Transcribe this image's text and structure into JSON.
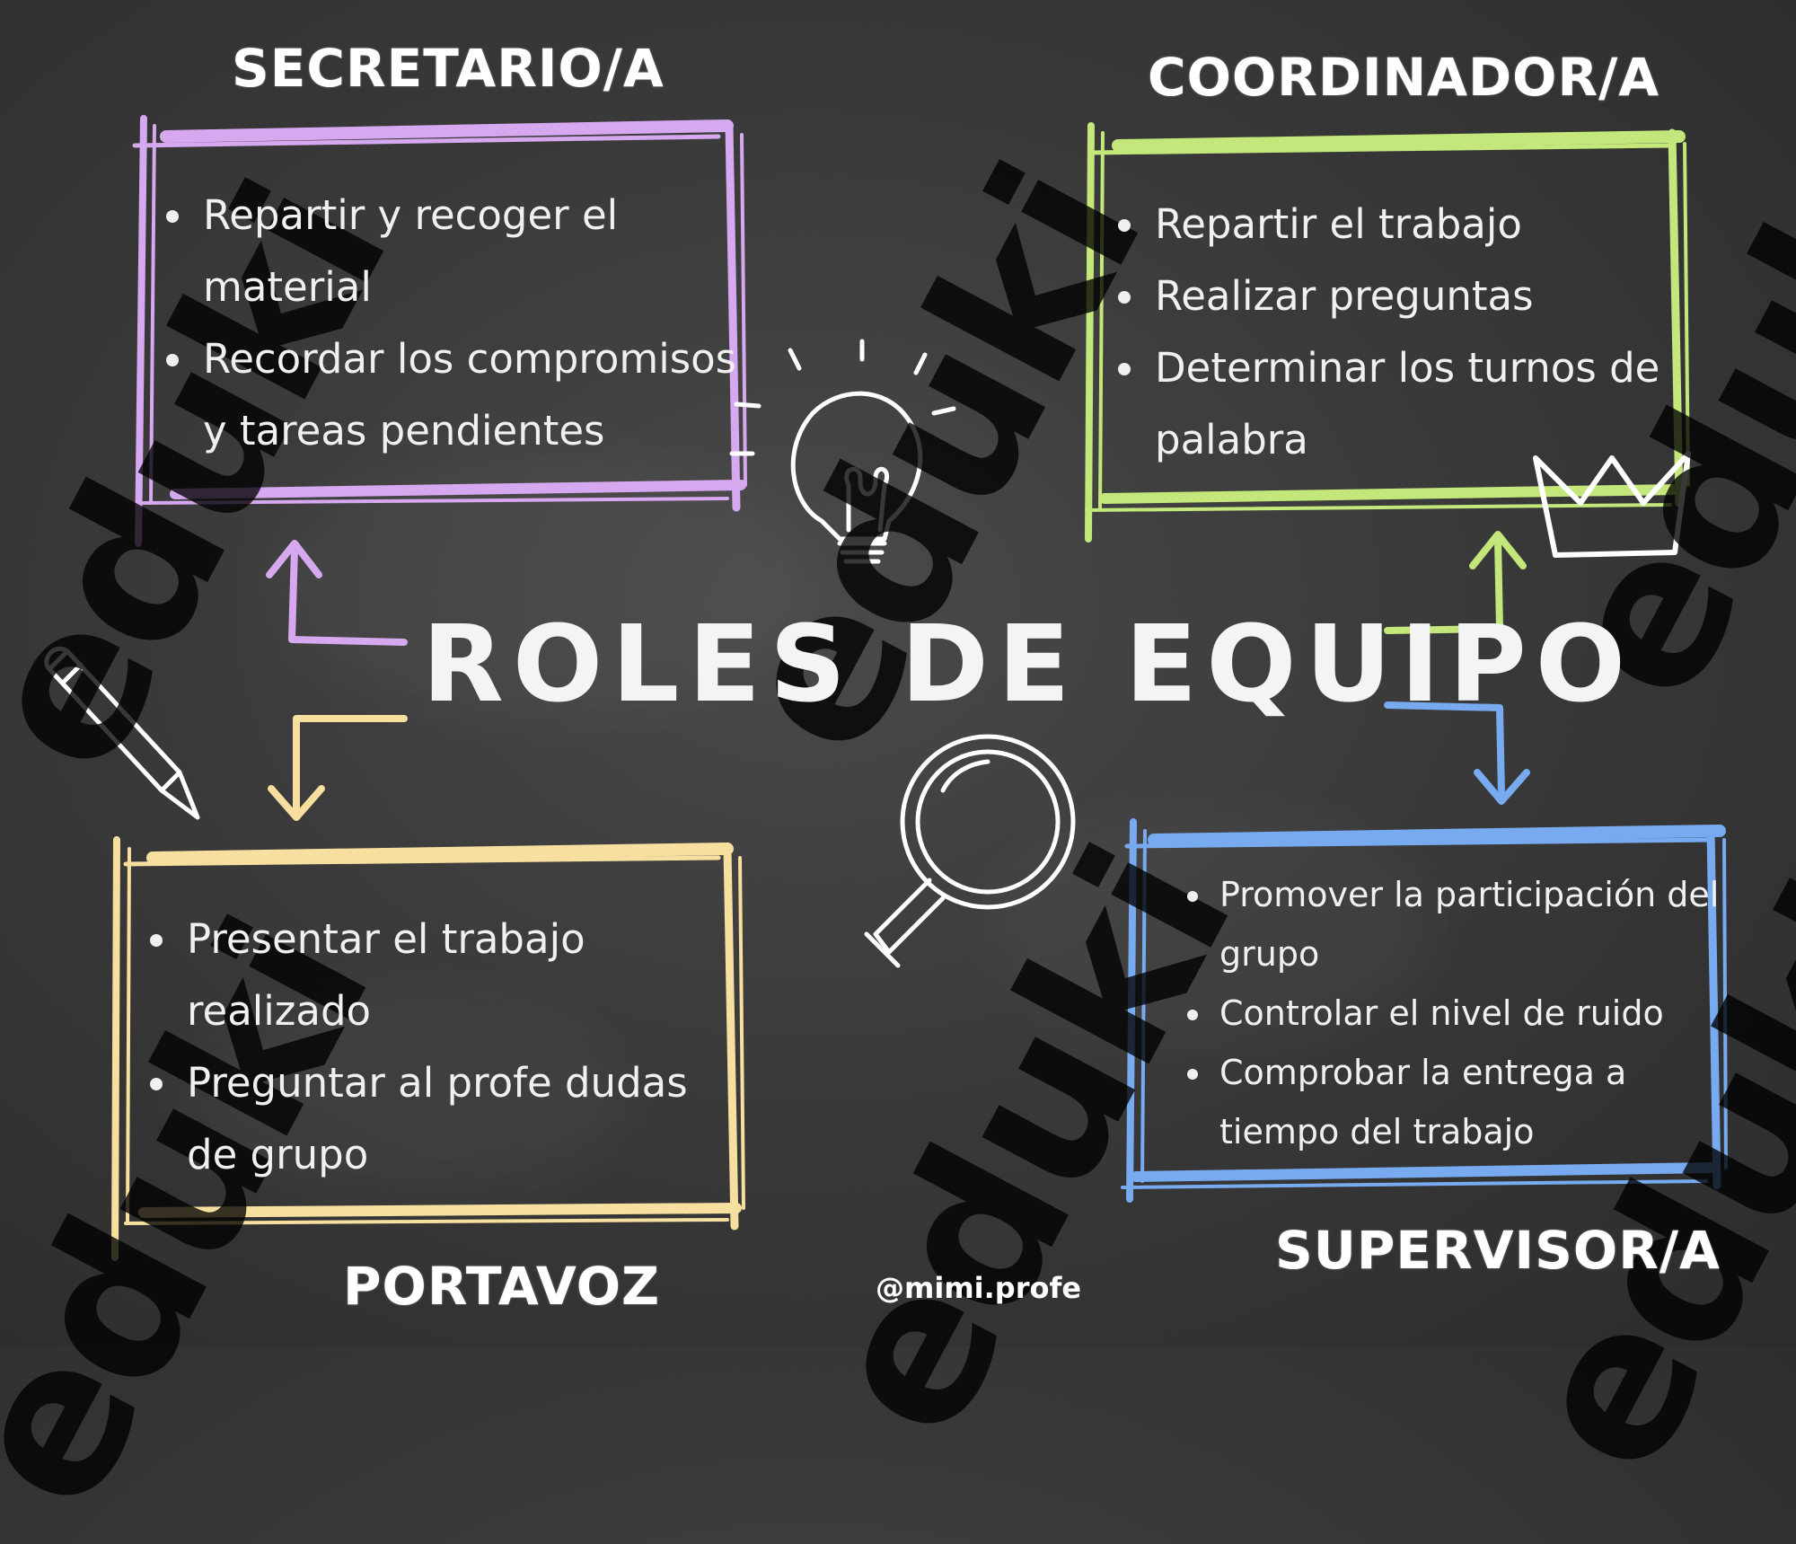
{
  "main_title": "ROLES DE EQUIPO",
  "credit": "@mimi.profe",
  "watermark_text": "eduki",
  "colors": {
    "background": "#3a3a3a",
    "secretario": "#d6a8ef",
    "coordinador": "#c3e77a",
    "portavoz": "#f7dfa0",
    "supervisor": "#78aaf0"
  },
  "roles": {
    "secretario": {
      "title": "SECRETARIO/A",
      "items": [
        "Repartir y recoger el material",
        "Recordar los compromisos y tareas pendientes"
      ]
    },
    "coordinador": {
      "title": "COORDINADOR/A",
      "items": [
        "Repartir el trabajo",
        "Realizar preguntas",
        "Determinar los turnos de palabra"
      ]
    },
    "portavoz": {
      "title": "PORTAVOZ",
      "items": [
        "Presentar el trabajo realizado",
        "Preguntar al profe dudas de grupo"
      ]
    },
    "supervisor": {
      "title": "SUPERVISOR/A",
      "items": [
        "Promover la participación del grupo",
        "Controlar el nivel de ruido",
        "Comprobar la entrega a tiempo del trabajo"
      ]
    }
  },
  "icons": [
    "lightbulb-icon",
    "pencil-icon",
    "magnifying-glass-icon",
    "crown-icon"
  ]
}
